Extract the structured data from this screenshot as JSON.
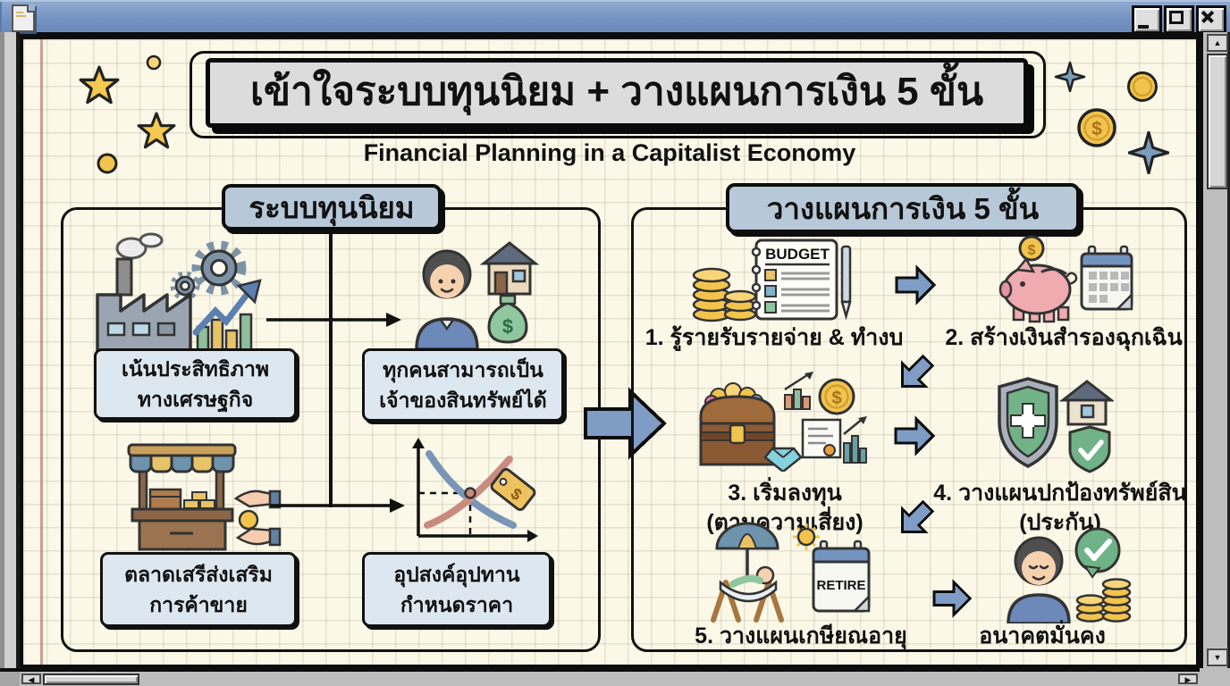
{
  "header": {
    "title": "เข้าใจระบบทุนนิยม + วางแผนการเงิน 5 ขั้น",
    "subtitle": "Financial Planning in a Capitalist Economy"
  },
  "symbols": {
    "dollar": "$"
  },
  "left_panel": {
    "title": "ระบบทุนนิยม",
    "items": [
      {
        "icon": "factory-growth-icon",
        "line1": "เน้นประสิทธิภาพ",
        "line2": "ทางเศรษฐกิจ"
      },
      {
        "icon": "asset-owner-icon",
        "line1": "ทุกคนสามารถเป็น",
        "line2": "เจ้าของสินทรัพย์ได้"
      },
      {
        "icon": "market-stall-icon",
        "line1": "ตลาดเสรีส่งเสริม",
        "line2": "การค้าขาย"
      },
      {
        "icon": "supply-demand-icon",
        "line1": "อุปสงค์อุปทาน",
        "line2": "กำหนดราคา"
      }
    ]
  },
  "right_panel": {
    "title": "วางแผนการเงิน 5 ขั้น",
    "budget_text": "BUDGET",
    "retire_text": "RETIRE",
    "steps": [
      {
        "icon": "budget-notebook-icon",
        "label": "1. รู้รายรับรายจ่าย & ทำงบ"
      },
      {
        "icon": "piggy-bank-icon",
        "label": "2. สร้างเงินสำรองฉุกเฉิน"
      },
      {
        "icon": "investment-icon",
        "label": "3. เริ่มลงทุน",
        "sublabel": "(ตามความเสี่ยง)"
      },
      {
        "icon": "insurance-shield-icon",
        "label": "4. วางแผนปกป้องทรัพย์สิน",
        "sublabel": "(ประกัน)"
      },
      {
        "icon": "retirement-icon",
        "label": "5. วางแผนเกษียณอายุ"
      },
      {
        "icon": "secure-future-icon",
        "label": "อนาคตมั่นคง"
      }
    ]
  },
  "colors": {
    "titlebar": "#7392c1",
    "paper": "#fbf8e8",
    "header_box": "#b7c8d8",
    "label_box": "#dde7f0",
    "arrow_blue": "#7e9cc4",
    "gold": "#f2c44d",
    "pig_pink": "#f0abb0",
    "shield_green": "#72b287",
    "ink": "#111111"
  }
}
